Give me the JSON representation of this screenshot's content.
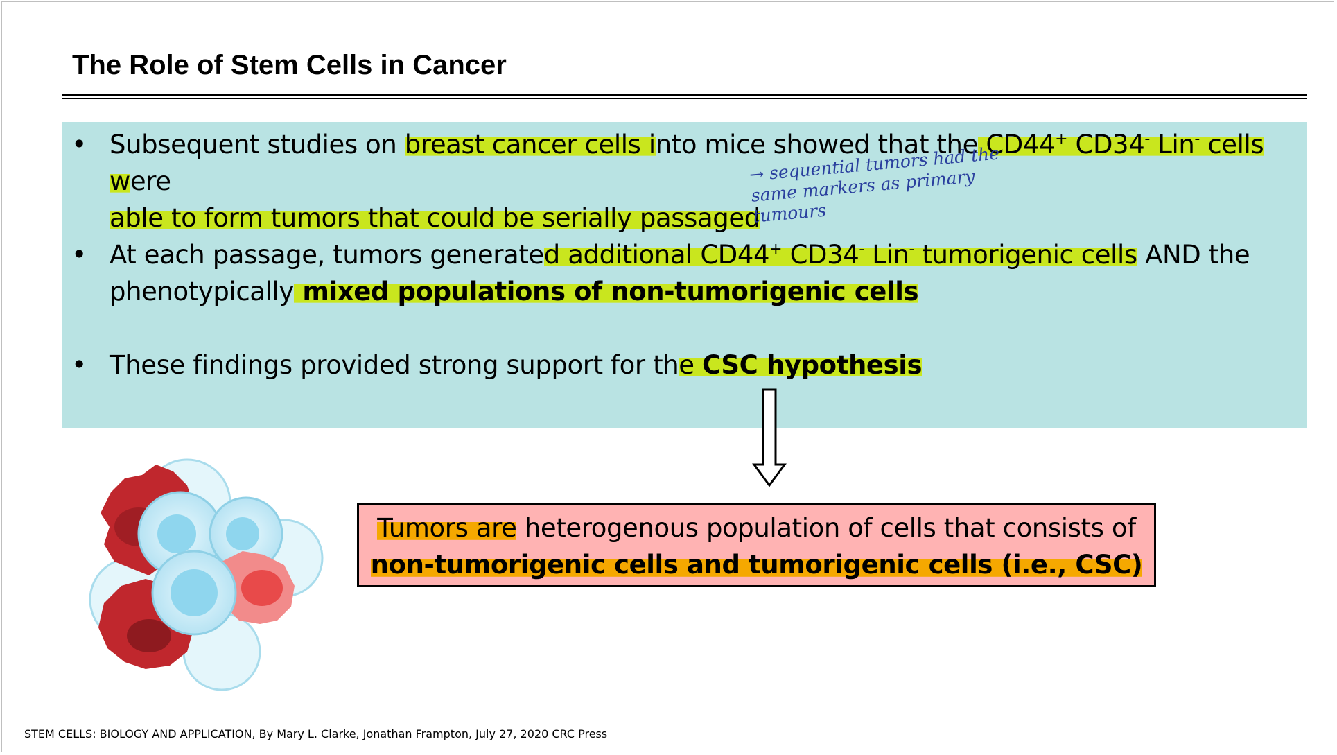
{
  "slide": {
    "title": "The Role of Stem Cells in Cancer",
    "bullet_char": "•",
    "bullets": [
      {
        "p1": "Subsequent studies on ",
        "p2": "breast cancer cells i",
        "p3": "nto mice showed that the",
        "p4": " CD44",
        "p4sup": "+",
        "p5": " CD34",
        "p5sup": "-",
        "p6": " Lin",
        "p6sup": "-",
        "p7": " cells w",
        "p8": "ere",
        "p9": "able to form tumors that could be serially passaged"
      },
      {
        "p1": "At each passage, tumors generate",
        "p2": "d additional CD44",
        "p2sup": "+",
        "p3": " CD34",
        "p3sup": "-",
        "p4": " Lin",
        "p4sup": "-",
        "p5": " tumorigenic cells",
        "p6": " AND the",
        "p7": "phenotypically",
        "p8": " mixed populations of non-tumorigenic cells"
      },
      {
        "p1": "These findings provided strong support for th",
        "p2": "e ",
        "p3": "CSC hypothesis"
      }
    ],
    "handwritten_note": {
      "arrow": "→",
      "line1": "sequential tumors had the",
      "line2": "same markers as primary",
      "line3": "tumours"
    },
    "conclusion": {
      "p1": "Tumors are",
      "p2": " heterogenous population of cells that consists of",
      "p3": "non-tumorigenic cells and tumorigenic cells (i.e., CSC)"
    },
    "citation": "STEM CELLS: BIOLOGY AND APPLICATION, By Mary L. Clarke, Jonathan Frampton, July 27, 2020 CRC Press"
  },
  "colors": {
    "panel": "#b9e3e3",
    "highlight_green": "#c9e61e",
    "highlight_orange": "#f5a800",
    "conclusion_box": "#ffb3b3",
    "cell_red": "#c0272d",
    "cell_blue": "#bfe8f5"
  },
  "icons": [
    "cancer-cells-illustration",
    "down-arrow-icon"
  ]
}
